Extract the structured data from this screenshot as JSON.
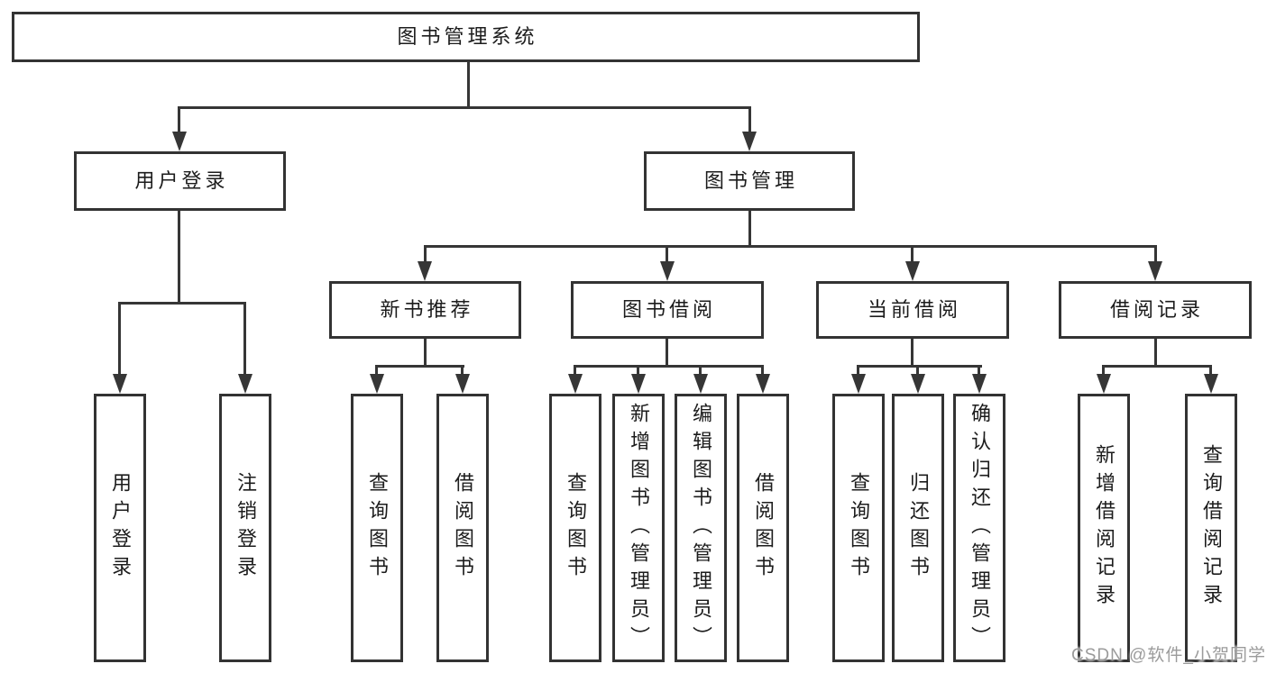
{
  "diagram": {
    "root": {
      "label": "图书管理系统"
    },
    "level2": {
      "user_login": {
        "label": "用户登录"
      },
      "book_management": {
        "label": "图书管理"
      }
    },
    "level3": {
      "new_book_recommend": {
        "label": "新书推荐"
      },
      "book_borrowing": {
        "label": "图书借阅"
      },
      "current_borrowing": {
        "label": "当前借阅"
      },
      "borrowing_records": {
        "label": "借阅记录"
      }
    },
    "leaves": {
      "user_login": {
        "label": "用户登录"
      },
      "logout": {
        "label": "注销登录"
      },
      "query_books_recommend": {
        "label": "查询图书"
      },
      "borrow_books_recommend": {
        "label": "借阅图书"
      },
      "query_books_borrowing": {
        "label": "查询图书"
      },
      "add_books_admin": {
        "label": "新增图书（管理员）"
      },
      "edit_books_admin": {
        "label": "编辑图书（管理员）"
      },
      "borrow_books_borrowing": {
        "label": "借阅图书"
      },
      "query_books_current": {
        "label": "查询图书"
      },
      "return_books": {
        "label": "归还图书"
      },
      "confirm_return_admin": {
        "label": "确认归还（管理员）"
      },
      "add_borrowing_record": {
        "label": "新增借阅记录"
      },
      "query_borrowing_record": {
        "label": "查询借阅记录"
      }
    }
  },
  "watermark": {
    "text": "CSDN @软件_小贺同学"
  },
  "colors": {
    "line": "#363636",
    "box_border": "#333333",
    "text": "#1c1c1c",
    "background": "#ffffff",
    "watermark": "#9b9b9b"
  }
}
